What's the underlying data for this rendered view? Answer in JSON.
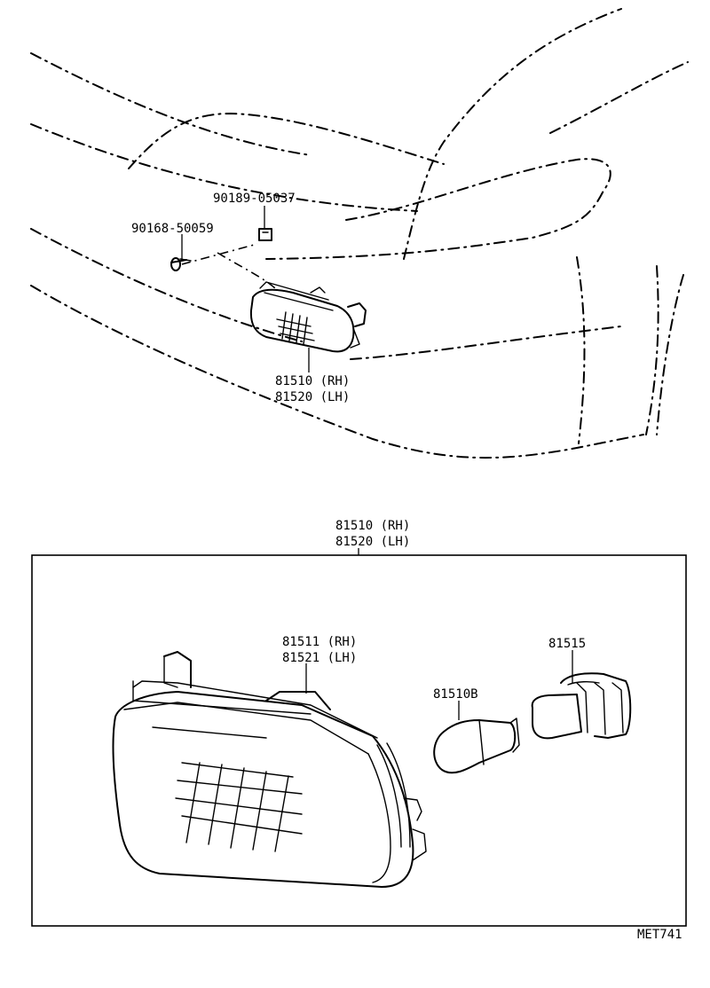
{
  "labels": {
    "p90189": "90189-05037",
    "p90168": "90168-50059",
    "top_rh": "81510 (RH)",
    "top_lh": "81520 (LH)",
    "box_rh": "81510 (RH)",
    "box_lh": "81520 (LH)",
    "lens_rh": "81511 (RH)",
    "lens_lh": "81521 (LH)",
    "bulb": "81510B",
    "socket": "81515",
    "code": "MET741"
  }
}
